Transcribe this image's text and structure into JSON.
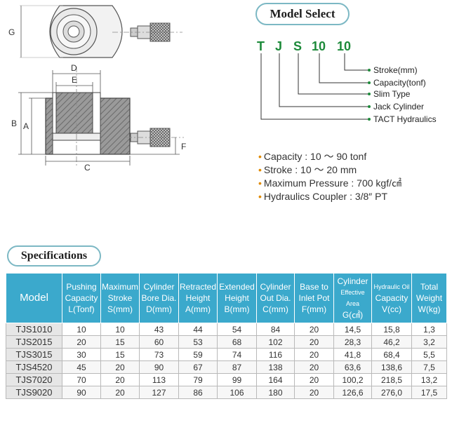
{
  "drawing": {
    "dim_labels": [
      "G",
      "D",
      "E",
      "B",
      "A",
      "C",
      "F"
    ]
  },
  "model_select": {
    "title": "Model Select",
    "code": [
      "T",
      "J",
      "S",
      "10",
      "10"
    ],
    "legend": [
      "Stroke(mm)",
      "Capacity(tonf)",
      "Slim Type",
      "Jack Cylinder",
      "TACT Hydraulics"
    ],
    "accent_color": "#1d8a3a"
  },
  "features": [
    "Capacity : 10 ～ 90 tonf",
    "Stroke : 10 ～ 20 mm",
    "Maximum Pressure : 700 kgf/㎠",
    "Hydraulics Coupler : 3/8″ PT"
  ],
  "specifications": {
    "title": "Specifications",
    "header_color": "#3ba9cc",
    "columns": [
      {
        "l1": "Model",
        "l2": "",
        "l3": ""
      },
      {
        "l1": "Pushing",
        "l2": "Capacity",
        "l3": "L(Tonf)"
      },
      {
        "l1": "Maximum",
        "l2": "Stroke",
        "l3": "S(mm)"
      },
      {
        "l1": "Cylinder",
        "l2": "Bore Dia.",
        "l3": "D(mm)"
      },
      {
        "l1": "Retracted",
        "l2": "Height",
        "l3": "A(mm)"
      },
      {
        "l1": "Extended",
        "l2": "Height",
        "l3": "B(mm)"
      },
      {
        "l1": "Cylinder",
        "l2": "Out Dia.",
        "l3": "C(mm)"
      },
      {
        "l1": "Base to",
        "l2": "Inlet Pot",
        "l3": "F(mm)"
      },
      {
        "l1": "Cylinder",
        "l2": "Effective Area",
        "l3": "G(㎠)"
      },
      {
        "l1": "Hydraulic Oil",
        "l2": "Capacity",
        "l3": "V(cc)"
      },
      {
        "l1": "Total",
        "l2": "Weight",
        "l3": "W(kg)"
      }
    ],
    "rows": [
      [
        "TJS1010",
        "10",
        "10",
        "43",
        "44",
        "54",
        "84",
        "20",
        "14,5",
        "15,8",
        "1,3"
      ],
      [
        "TJS2015",
        "20",
        "15",
        "60",
        "53",
        "68",
        "102",
        "20",
        "28,3",
        "46,2",
        "3,2"
      ],
      [
        "TJS3015",
        "30",
        "15",
        "73",
        "59",
        "74",
        "116",
        "20",
        "41,8",
        "68,4",
        "5,5"
      ],
      [
        "TJS4520",
        "45",
        "20",
        "90",
        "67",
        "87",
        "138",
        "20",
        "63,6",
        "138,6",
        "7,5"
      ],
      [
        "TJS7020",
        "70",
        "20",
        "113",
        "79",
        "99",
        "164",
        "20",
        "100,2",
        "218,5",
        "13,2"
      ],
      [
        "TJS9020",
        "90",
        "20",
        "127",
        "86",
        "106",
        "180",
        "20",
        "126,6",
        "276,0",
        "17,5"
      ]
    ]
  }
}
